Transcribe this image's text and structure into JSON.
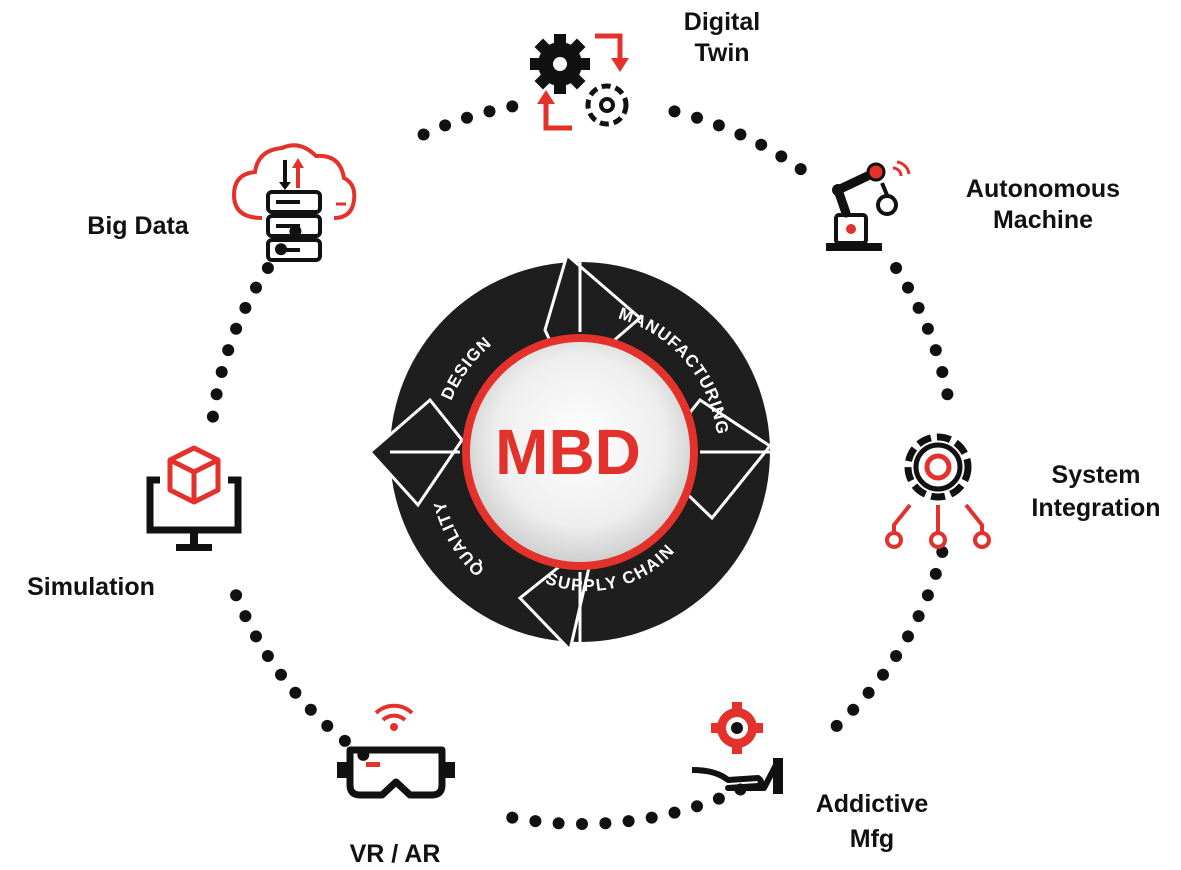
{
  "center": {
    "label": "MBD"
  },
  "cycle": [
    "DESIGN",
    "MANUFACTURING",
    "SUPPLY CHAIN",
    "QUALITY"
  ],
  "nodes": {
    "digital_twin": [
      "Digital",
      "Twin"
    ],
    "autonomous_machine": [
      "Autonomous",
      "Machine"
    ],
    "system_integration": [
      "System",
      "Integration"
    ],
    "addictive_mfg": [
      "Addictive",
      "Mfg"
    ],
    "vr_ar": [
      "VR / AR"
    ],
    "simulation": [
      "Simulation"
    ],
    "big_data": [
      "Big Data"
    ]
  },
  "icons": {
    "digital_twin": "gears-sync-icon",
    "autonomous_machine": "robot-arm-icon",
    "system_integration": "gear-circuit-icon",
    "addictive_mfg": "hand-gear-icon",
    "vr_ar": "vr-headset-icon",
    "simulation": "monitor-cube-icon",
    "big_data": "cloud-database-icon"
  },
  "colors": {
    "accent": "#e3322b",
    "dark": "#111111",
    "ring": "#1e1e1e"
  }
}
